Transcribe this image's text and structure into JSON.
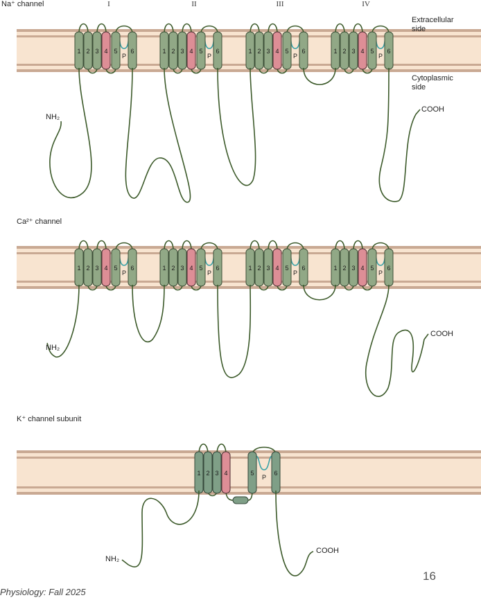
{
  "na_panel": {
    "title": "Na⁺ channel",
    "domains": [
      "I",
      "II",
      "III",
      "IV"
    ],
    "extracellular": [
      "Extracellular",
      "side"
    ],
    "cytoplasmic": [
      "Cytoplasmic",
      "side"
    ],
    "nh2": "NH₂",
    "cooh": "COOH"
  },
  "ca_panel": {
    "title": "Ca²⁺ channel",
    "nh2": "NH₂",
    "cooh": "COOH"
  },
  "k_panel": {
    "title": "K⁺ channel subunit",
    "nh2": "NH₂",
    "cooh": "COOH"
  },
  "segment_labels": [
    "1",
    "2",
    "3",
    "4",
    "5",
    "6"
  ],
  "pore_label": "P",
  "colors": {
    "membrane_rail": "#c9a993",
    "membrane_band": "#f8e4d0",
    "helix": "#91a886",
    "voltage_sensor_s4": "#dd8e96",
    "loop": "#3c5a2a",
    "pore_loop": "#3aa3a8"
  },
  "slide_number": "16",
  "footer": "Physiology: Fall 2025"
}
